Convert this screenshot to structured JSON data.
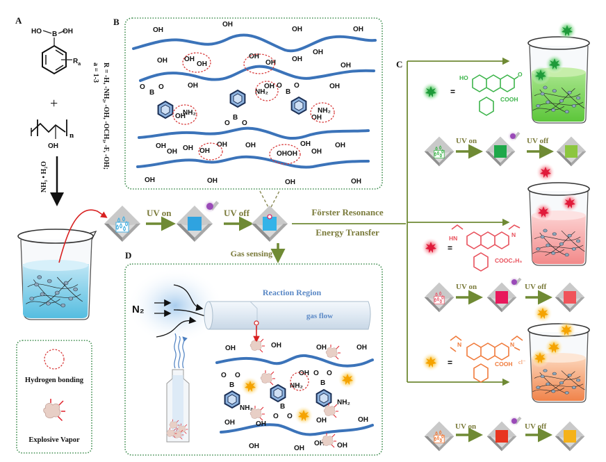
{
  "panels": {
    "A": {
      "label": "A",
      "boronic_acid": {
        "ho_left": "HO",
        "boron": "B",
        "oh_right": "OH",
        "substituent": "R",
        "substituent_sub": "a"
      },
      "plus": "+",
      "pva": {
        "oh": "OH",
        "n": "n"
      },
      "r_definition": "R = -H, -NH₂, -OH, -OCH₃, -F, -OH;",
      "a_definition": "a = 1-3",
      "reagent": "NH₃ • H₂O"
    },
    "B": {
      "label": "B",
      "oh": "OH",
      "nh2": "NH₂",
      "o": "O",
      "b": "B",
      "ohoh": "OHOH"
    },
    "C": {
      "label": "C",
      "dyes": [
        {
          "name": "fluorescein",
          "color": "#3cb44a",
          "equals": "=",
          "ho": "HO",
          "o": "O",
          "cooh": "COOH",
          "uv_on": "UV on",
          "uv_off": "UV off",
          "tile_on_color": "#1fa84a",
          "tile_off_color": "#8cc63f",
          "beaker_color": "#7ed957"
        },
        {
          "name": "rhodamine-6g",
          "color": "#e8505b",
          "equals": "=",
          "hn": "HN",
          "n": "N",
          "cooc2h5": "COOC₂H₅",
          "uv_on": "UV on",
          "uv_off": "UV off",
          "tile_on_color": "#e8185c",
          "tile_off_color": "#f0545a",
          "beaker_color": "#f7a5a5"
        },
        {
          "name": "rhodamine-b",
          "color": "#f07a3a",
          "equals": "=",
          "n_left": "N",
          "n_right": "N",
          "cooh": "COOH",
          "cl": "cl⁻",
          "uv_on": "UV on",
          "uv_off": "UV off",
          "tile_on_color": "#e8351f",
          "tile_off_color": "#f5b21a",
          "beaker_color": "#f5a070"
        }
      ]
    },
    "D": {
      "label": "D",
      "n2": "N₂",
      "reaction_region": "Reaction Region",
      "gas_flow": "gas flow",
      "oh": "OH",
      "nh2": "NH₂",
      "o": "O",
      "b": "B"
    }
  },
  "process": {
    "uv_on": "UV on",
    "uv_off": "UV off",
    "gas_sensing": "Gas sensing",
    "fret_line1": "Förster Resonance",
    "fret_line2": "Energy Transfer",
    "tile_color": "#33b3e8"
  },
  "legend": {
    "hydrogen_bonding": "Hydrogen bonding",
    "explosive_vapor": "Explosive Vapor"
  },
  "colors": {
    "chain": "#3b73b9",
    "hbond": "#d83a3a",
    "arrow_green": "#6f8a34",
    "box_dots": "#3a8a4a",
    "label_olive": "#7a7a3a"
  }
}
